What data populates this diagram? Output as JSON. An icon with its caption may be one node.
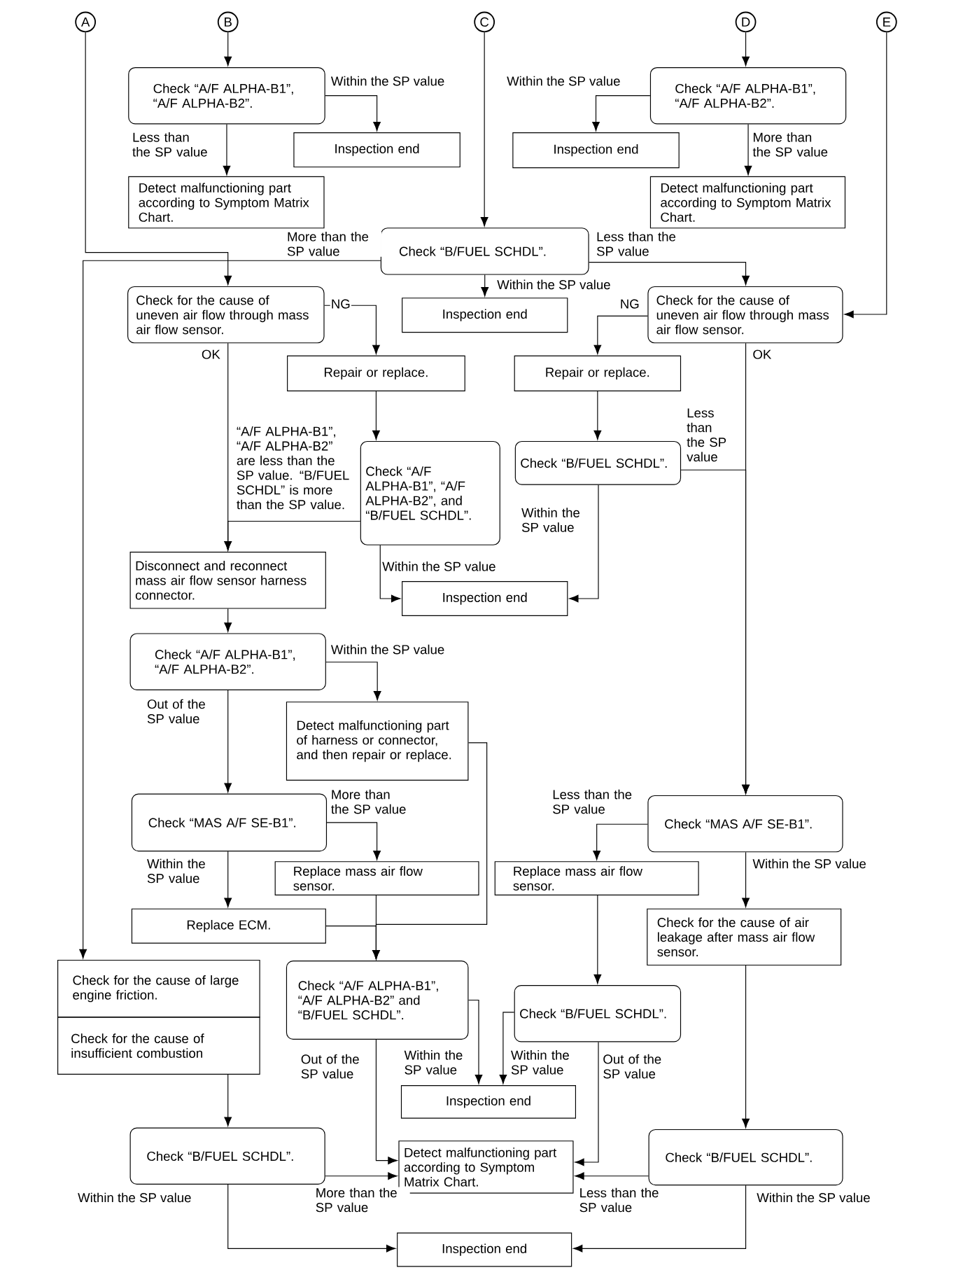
{
  "diagram": {
    "nodes": [
      {
        "text": [
          "A"
        ]
      },
      {
        "text": [
          "B"
        ]
      },
      {
        "text": [
          "C"
        ]
      },
      {
        "text": [
          "D"
        ]
      },
      {
        "text": [
          "E"
        ]
      },
      {
        "text": [
          "Check “A/F ALPHA-B1”, “A/F ALPHA-B2”."
        ]
      },
      {
        "text": [
          "Inspection end"
        ]
      },
      {
        "text": [
          "Detect malfunctioning part according to Symptom Matrix Chart."
        ]
      },
      {
        "text": [
          "Check “A/F ALPHA-B1”, “A/F ALPHA-B2”."
        ]
      },
      {
        "text": [
          "Inspection end"
        ]
      },
      {
        "text": [
          "Detect malfunctioning part according to Symptom Matrix Chart."
        ]
      },
      {
        "text": [
          "Check “B/FUEL SCHDL”."
        ]
      },
      {
        "text": [
          "Inspection end"
        ]
      },
      {
        "text": [
          "Check for the cause of uneven air flow through mass air flow sensor."
        ]
      },
      {
        "text": [
          "Repair or replace."
        ]
      },
      {
        "text": [
          "Check for the cause of uneven air flow through mass air flow sensor."
        ]
      },
      {
        "text": [
          "Repair or replace."
        ]
      },
      {
        "text": [
          "Check “A/F ALPHA-B1”, “A/F ALPHA-B2”, and “B/FUEL SCHDL”."
        ]
      },
      {
        "text": [
          "Check “B/FUEL SCHDL”."
        ]
      },
      {
        "text": [
          "Disconnect and reconnect mass air flow sensor harness connector."
        ]
      },
      {
        "text": [
          "Inspection end"
        ]
      },
      {
        "text": [
          "Check “A/F ALPHA-B1”, “A/F ALPHA-B2”."
        ]
      },
      {
        "text": [
          "Detect malfunctioning part of harness or connector, and then repair or replace."
        ]
      },
      {
        "text": [
          "Check “MAS A/F SE-B1”."
        ]
      },
      {
        "text": [
          "Replace mass air flow sensor."
        ]
      },
      {
        "text": [
          "Check “MAS A/F SE-B1”."
        ]
      },
      {
        "text": [
          "Replace mass air flow sensor."
        ]
      },
      {
        "text": [
          "Replace ECM."
        ]
      },
      {
        "text": [
          "Check for the cause of air leakage after mass air flow sensor."
        ]
      },
      {
        "text": [
          "Check for the cause of large engine friction."
        ]
      },
      {
        "text": [
          "Check for the cause of insufficient combustion"
        ]
      },
      {
        "text": [
          "Check “A/F ALPHA-B1”, “A/F ALPHA-B2” and “B/FUEL SCHDL”."
        ]
      },
      {
        "text": [
          "Check “B/FUEL SCHDL”."
        ]
      },
      {
        "text": [
          "Inspection end"
        ]
      },
      {
        "text": [
          "Check “B/FUEL SCHDL”."
        ]
      },
      {
        "text": [
          "Detect malfunctioning part according to Symptom Matrix Chart."
        ]
      },
      {
        "text": [
          "Check “B/FUEL SCHDL”."
        ]
      },
      {
        "text": [
          "Inspection end"
        ]
      }
    ],
    "edges": [
      {
        "from": 1,
        "to": 5,
        "arrow": "to"
      },
      {
        "from": 5,
        "to": 6,
        "arrow": "to",
        "label": "Within the SP value"
      },
      {
        "from": 5,
        "to": 7,
        "arrow": "to",
        "label": "Less than the SP value"
      },
      {
        "from": 3,
        "to": 8,
        "arrow": "to"
      },
      {
        "from": 8,
        "to": 9,
        "arrow": "to",
        "label": "Within the SP value"
      },
      {
        "from": 8,
        "to": 10,
        "arrow": "to",
        "label": "More than the SP value"
      },
      {
        "from": 2,
        "to": 11,
        "arrow": "to"
      },
      {
        "from": 11,
        "to": 29,
        "arrow": "to",
        "label": "More than the SP value"
      },
      {
        "from": 0,
        "to": 13,
        "arrow": "to"
      },
      {
        "from": 11,
        "to": 15,
        "arrow": "to",
        "label": "Less than the SP value"
      },
      {
        "from": 11,
        "to": 12,
        "arrow": "to",
        "label": "Within the SP value"
      },
      {
        "from": 4,
        "to": 15,
        "arrow": "to"
      },
      {
        "from": 13,
        "to": 14,
        "arrow": "to",
        "label": "NG"
      },
      {
        "from": 13,
        "to": 19,
        "arrow": "to",
        "label": "OK"
      },
      {
        "from": 15,
        "to": 16,
        "arrow": "to",
        "label": "NG"
      },
      {
        "from": 15,
        "to": 25,
        "arrow": "to",
        "label": "OK"
      },
      {
        "from": 14,
        "to": 17,
        "arrow": "to"
      },
      {
        "from": 16,
        "to": 18,
        "arrow": "to"
      },
      {
        "from": 17,
        "to": 19,
        "arrow": "to",
        "label": "“A/F ALPHA-B1”, “A/F ALPHA-B2” are less than the SP value. “B/FUEL SCHDL” is more than the SP value."
      },
      {
        "from": 17,
        "to": 20,
        "arrow": "to",
        "label": "Within the SP value"
      },
      {
        "from": 18,
        "to": 20,
        "arrow": "to",
        "label": "Within the SP value"
      },
      {
        "from": 18,
        "to": 25,
        "arrow": "to",
        "label": "Less than the SP value"
      },
      {
        "from": 19,
        "to": 21,
        "arrow": "to"
      },
      {
        "from": 21,
        "to": 22,
        "arrow": "to",
        "label": "Within the SP value"
      },
      {
        "from": 21,
        "to": 23,
        "arrow": "to",
        "label": "Out of the SP value"
      },
      {
        "from": 22,
        "to": 31,
        "arrow": "to"
      },
      {
        "from": 23,
        "to": 24,
        "arrow": "to",
        "label": "More than the SP value"
      },
      {
        "from": 23,
        "to": 27,
        "arrow": "to",
        "label": "Within the SP value"
      },
      {
        "from": 24,
        "to": 31,
        "arrow": "to"
      },
      {
        "from": 27,
        "to": 31,
        "arrow": "to"
      },
      {
        "from": 25,
        "to": 26,
        "arrow": "to",
        "label": "Less than the SP value"
      },
      {
        "from": 25,
        "to": 28,
        "arrow": "to",
        "label": "Within the SP value"
      },
      {
        "from": 26,
        "to": 32,
        "arrow": "to"
      },
      {
        "from": 28,
        "to": 36,
        "arrow": "to"
      },
      {
        "from": 30,
        "to": 34,
        "arrow": "to"
      },
      {
        "from": 31,
        "to": 33,
        "arrow": "to",
        "label": "Within the SP value"
      },
      {
        "from": 31,
        "to": 35,
        "arrow": "to",
        "label": "Out of the SP value"
      },
      {
        "from": 32,
        "to": 33,
        "arrow": "to",
        "label": "Within the SP value"
      },
      {
        "from": 32,
        "to": 35,
        "arrow": "to",
        "label": "Out of the SP value"
      },
      {
        "from": 34,
        "to": 35,
        "arrow": "to",
        "label": "More than the SP value"
      },
      {
        "from": 34,
        "to": 37,
        "arrow": "to",
        "label": "Within the SP value"
      },
      {
        "from": 36,
        "to": 35,
        "arrow": "to",
        "label": "Less than the SP value"
      },
      {
        "from": 36,
        "to": 37,
        "arrow": "to",
        "label": "Within the SP value"
      }
    ]
  }
}
